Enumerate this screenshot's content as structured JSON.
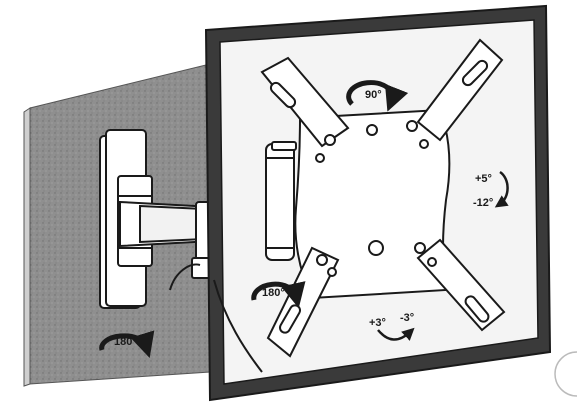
{
  "labels": {
    "tilt_up": "+5°",
    "tilt_down": "-12°",
    "rotate": "90°",
    "level_plus": "+3°",
    "level_minus": "-3°",
    "arm_swivel": "180°",
    "wall_swivel": "180°"
  },
  "colors": {
    "outline": "#1a1a1a",
    "wall": "#8f8f8f",
    "wall_side": "#cfcfcf",
    "tv_bezel": "#3a3a3a",
    "tv_screen": "#f4f4f4",
    "metal": "#ffffff"
  },
  "icons": [
    "rotate-arrow-icon",
    "tilt-arrow-icon",
    "swivel-arrow-icon"
  ]
}
